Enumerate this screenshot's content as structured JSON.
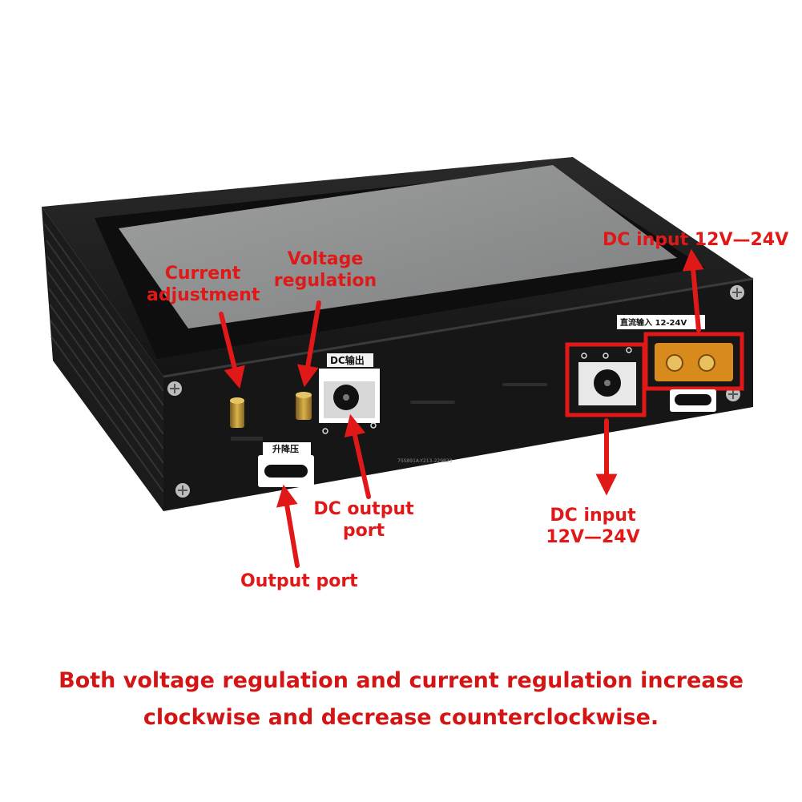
{
  "device": {
    "panel_labels": {
      "dc_out": "DC输出",
      "buck_boost": "升降压",
      "dc_in": "直流输入 12-24V",
      "serial": "7SS891A-Y213-229823"
    }
  },
  "callouts": {
    "current_adjustment": [
      "Current",
      "adjustment"
    ],
    "voltage_regulation": [
      "Voltage",
      "regulation"
    ],
    "dc_input_top": "DC input 12V—24V",
    "dc_output_port": [
      "DC output",
      "port"
    ],
    "dc_input": [
      "DC input",
      "12V—24V"
    ],
    "output_port": "Output port"
  },
  "caption": {
    "line1": "Both voltage regulation and current regulation increase",
    "line2": "clockwise and decrease counterclockwise."
  },
  "colors": {
    "accent": "#e01818",
    "body": "#1a1a1a",
    "screen": "#8e8f8f"
  }
}
